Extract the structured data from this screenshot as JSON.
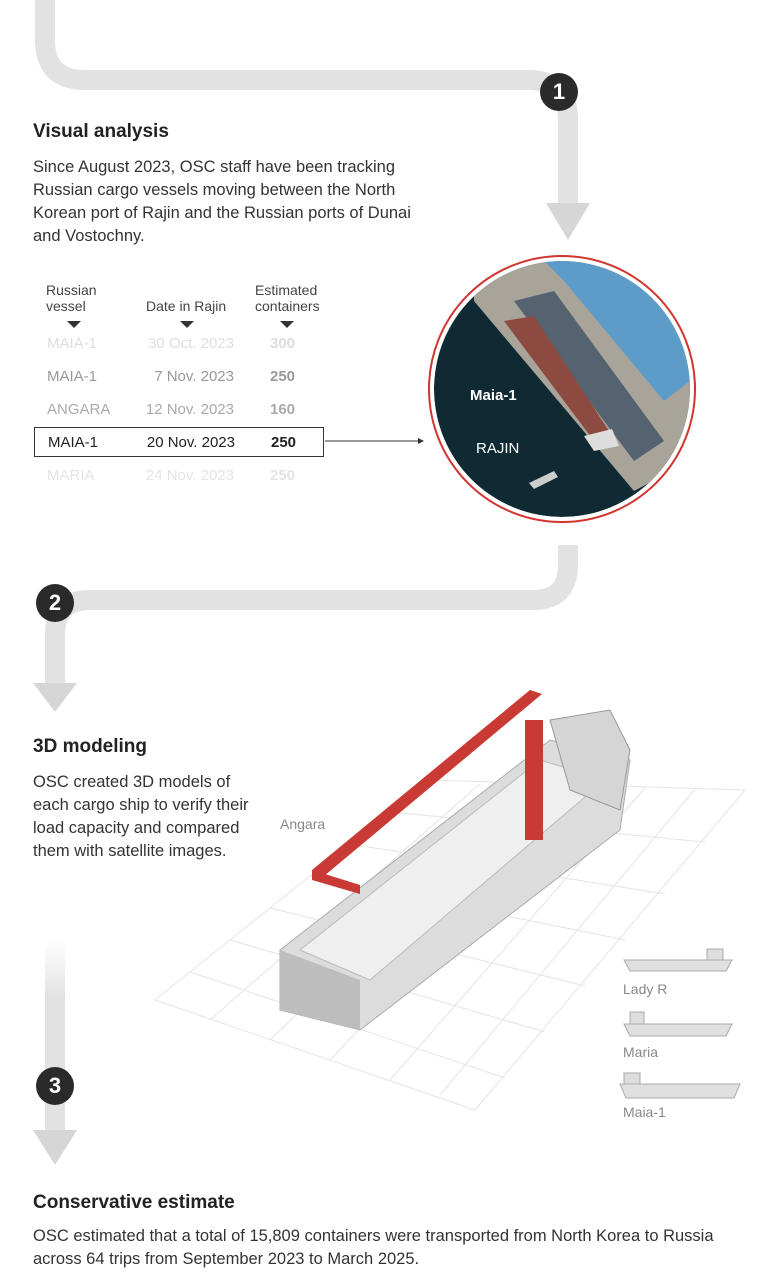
{
  "steps": [
    {
      "number": "1",
      "title": "Visual analysis",
      "text": "Since August 2023, OSC staff have been tracking Russian cargo vessels moving between the North Korean port of Rajin and the Russian ports of Dunai and Vostochny."
    },
    {
      "number": "2",
      "title": "3D modeling",
      "text": "OSC created 3D models of each cargo ship to verify their load capacity and compared them with satellite images."
    },
    {
      "number": "3",
      "title": "Conservative estimate",
      "text": "OSC estimated that a total of 15,809 containers were transported from North Korea to Russia across 64 trips from September 2023 to March 2025."
    }
  ],
  "table": {
    "headers": {
      "vessel": [
        "Russian",
        "vessel"
      ],
      "date": "Date in Rajin",
      "containers": [
        "Estimated",
        "containers"
      ]
    },
    "rows": [
      {
        "vessel": "MAIA-1",
        "date": "30 Oct. 2023",
        "containers": "300"
      },
      {
        "vessel": "MAIA-1",
        "date": "7 Nov. 2023",
        "containers": "250"
      },
      {
        "vessel": "ANGARA",
        "date": "12 Nov. 2023",
        "containers": "160"
      },
      {
        "vessel": "MAIA-1",
        "date": "20 Nov. 2023",
        "containers": "250"
      },
      {
        "vessel": "MARIA",
        "date": "24 Nov. 2023",
        "containers": "250"
      }
    ]
  },
  "satellite": {
    "ship_label": "Maia-1",
    "port_label": "RAJIN"
  },
  "model": {
    "main_label": "Angara",
    "thumbnails": [
      "Lady R",
      "Maria",
      "Maia-1"
    ]
  },
  "colors": {
    "path": "#e2e2e2",
    "badge": "#2a2a2a",
    "accent_red": "#d2342f",
    "container_red": "#c83a33"
  }
}
